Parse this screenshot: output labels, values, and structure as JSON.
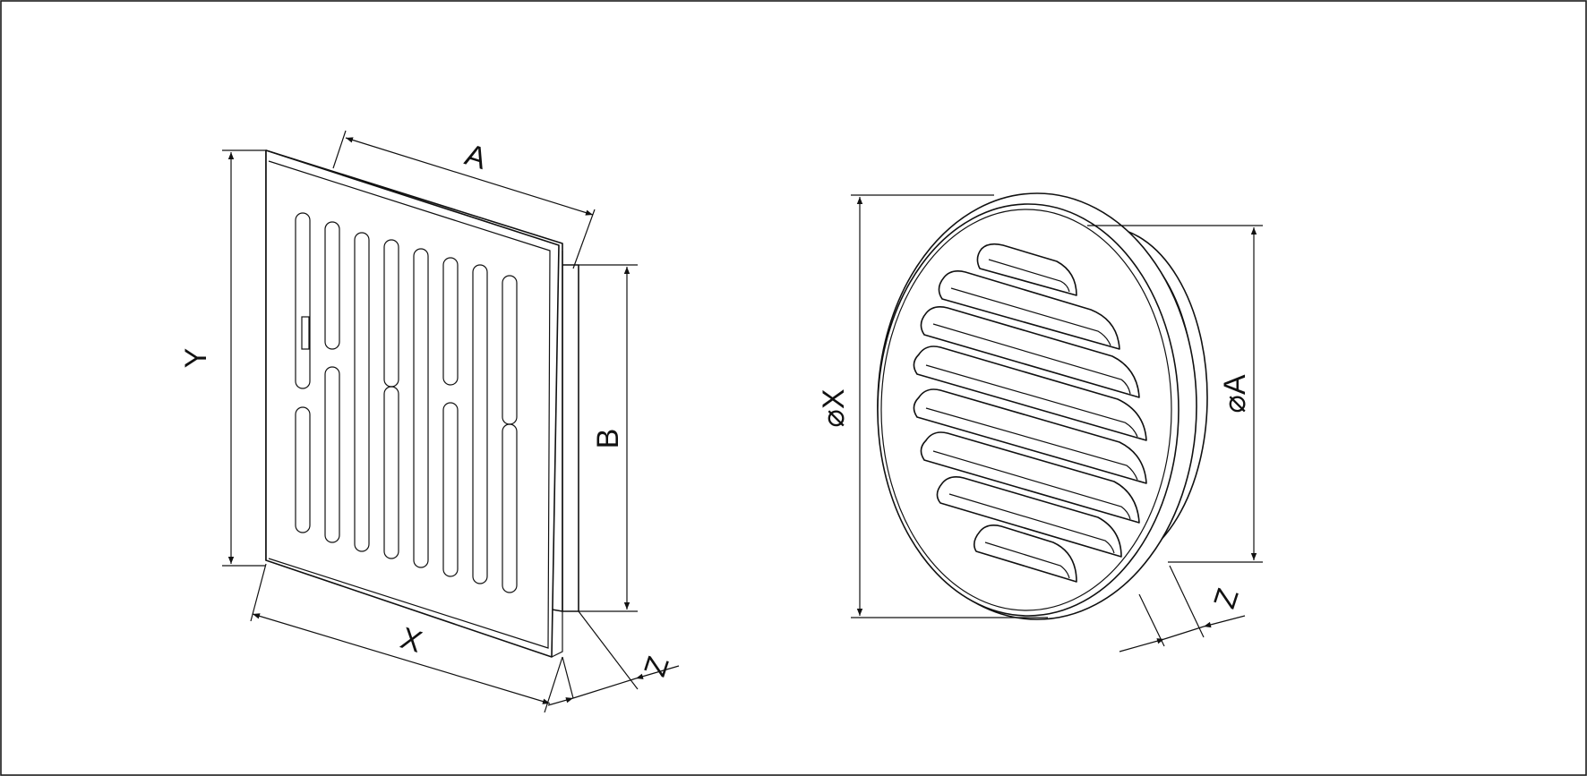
{
  "square_grille": {
    "label_width": "X",
    "label_height": "Y",
    "label_duct_width": "A",
    "label_duct_height": "B",
    "label_depth": "Z"
  },
  "round_grille": {
    "label_outer_diameter": "⌀X",
    "label_duct_diameter": "⌀A",
    "label_depth": "Z"
  }
}
